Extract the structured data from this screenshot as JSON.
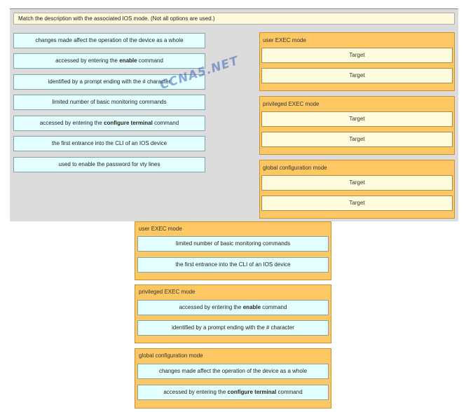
{
  "instruction": "Match the description with the associated IOS mode. (Not all options are used.)",
  "options": [
    {
      "pre": "changes made affect the operation of the device as a whole",
      "bold": "",
      "post": ""
    },
    {
      "pre": "accessed by entering the ",
      "bold": "enable",
      "post": " command"
    },
    {
      "pre": "identified by a prompt ending with the # character",
      "bold": "",
      "post": ""
    },
    {
      "pre": "limited number of basic monitoring commands",
      "bold": "",
      "post": ""
    },
    {
      "pre": "accessed by entering the ",
      "bold": "configure terminal",
      "post": " command"
    },
    {
      "pre": "the first entrance into the CLI of an IOS device",
      "bold": "",
      "post": ""
    },
    {
      "pre": "used to enable the password for vty lines",
      "bold": "",
      "post": ""
    }
  ],
  "zones": [
    {
      "title": "user EXEC mode",
      "targets": [
        "Target",
        "Target"
      ]
    },
    {
      "title": "privileged EXEC mode",
      "targets": [
        "Target",
        "Target"
      ]
    },
    {
      "title": "global configuration mode",
      "targets": [
        "Target",
        "Target"
      ]
    }
  ],
  "watermark": "CCNA5.NET",
  "answers": [
    {
      "title": "user EXEC mode",
      "items": [
        {
          "pre": "limited number of basic monitoring commands",
          "bold": "",
          "post": ""
        },
        {
          "pre": "the first entrance into the CLI of an IOS device",
          "bold": "",
          "post": ""
        }
      ]
    },
    {
      "title": "privileged EXEC mode",
      "items": [
        {
          "pre": "accessed by entering the ",
          "bold": "enable",
          "post": " command"
        },
        {
          "pre": "identified by a prompt ending with the # character",
          "bold": "",
          "post": ""
        }
      ]
    },
    {
      "title": "global configuration mode",
      "items": [
        {
          "pre": "changes made affect the operation of the device as a whole",
          "bold": "",
          "post": ""
        },
        {
          "pre": "accessed by entering the ",
          "bold": "configure terminal",
          "post": " command"
        }
      ]
    }
  ]
}
